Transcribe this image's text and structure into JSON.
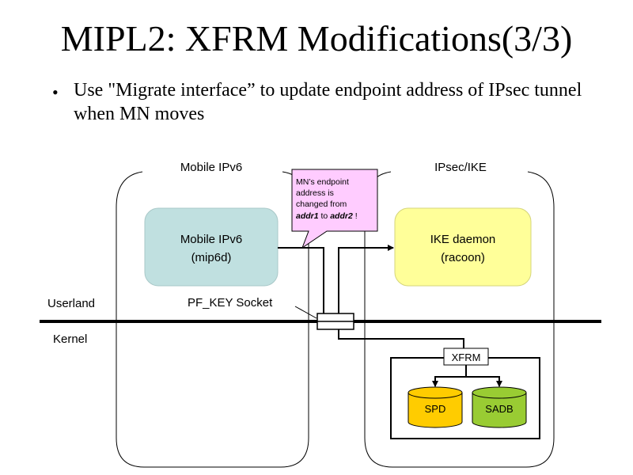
{
  "slide": {
    "title": "MIPL2: XFRM Modifications(3/3)",
    "bullet": "Use \"Migrate interface” to update endpoint address of IPsec tunnel when MN moves"
  },
  "diagram": {
    "left_region_label": "Mobile IPv6",
    "right_region_label": "IPsec/IKE",
    "userland_label": "Userland",
    "kernel_label": "Kernel",
    "mip6d_line1": "Mobile IPv6",
    "mip6d_line2": "(mip6d)",
    "ike_line1": "IKE daemon",
    "ike_line2": "(racoon)",
    "pfkey_label": "PF_KEY Socket",
    "xfrm_label": "XFRM",
    "spd_label": "SPD",
    "sadb_label": "SADB",
    "callout": {
      "line1": "MN’s endpoint",
      "line2": "address is",
      "line3": "changed from",
      "addr1": "addr1",
      "to": " to ",
      "addr2": "addr2",
      "end": " !"
    },
    "colors": {
      "mip6d_fill": "#c0e0e0",
      "ike_fill": "#ffff99",
      "callout_fill": "#ffccff",
      "spd_fill": "#ffcc00",
      "sadb_fill": "#99cc33"
    }
  }
}
